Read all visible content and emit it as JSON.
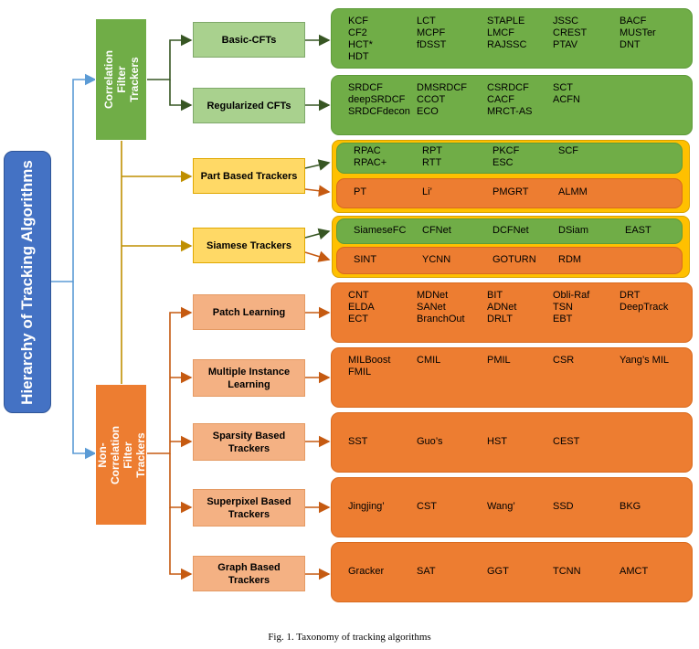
{
  "root": {
    "label": "Hierarchy of Tracking Algorithms"
  },
  "categories": {
    "cf": {
      "label": "Correlation Filter Trackers"
    },
    "ncf": {
      "label": "Non-Correlation Filter Trackers"
    }
  },
  "subcategories": {
    "basic": "Basic-CFTs",
    "regularized": "Regularized CFTs",
    "part": "Part Based Trackers",
    "siamese": "Siamese Trackers",
    "patch": "Patch Learning",
    "mil": "Multiple Instance Learning",
    "sparsity": "Sparsity Based Trackers",
    "superpixel": "Superpixel Based Trackers",
    "graph": "Graph Based Trackers"
  },
  "groups": {
    "basic": [
      [
        "KCF",
        "LCT",
        "STAPLE",
        "JSSC",
        "BACF"
      ],
      [
        "CF2",
        "MCPF",
        "LMCF",
        "CREST",
        "MUSTer"
      ],
      [
        "HCT*",
        "fDSST",
        "RAJSSC",
        "PTAV",
        "DNT"
      ],
      [
        "HDT"
      ]
    ],
    "regularized": [
      [
        "SRDCF",
        "DMSRDCF",
        "CSRDCF",
        "SCT"
      ],
      [
        "deepSRDCF",
        "CCOT",
        "CACF",
        "ACFN"
      ],
      [
        "SRDCFdecon",
        "ECO",
        "MRCT-AS"
      ]
    ],
    "part_cf": [
      [
        "RPAC",
        "RPT",
        "PKCF",
        "SCF"
      ],
      [
        "RPAC+",
        "RTT",
        "ESC"
      ]
    ],
    "part_ncf": [
      [
        "PT",
        "Li’",
        "PMGRT",
        "ALMM"
      ]
    ],
    "siamese_cf": [
      [
        "SiameseFC",
        "CFNet",
        "DCFNet",
        "DSiam",
        "EAST"
      ]
    ],
    "siamese_ncf": [
      [
        "SINT",
        "YCNN",
        "GOTURN",
        "RDM"
      ]
    ],
    "patch": [
      [
        "CNT",
        "MDNet",
        "BIT",
        "Obli-Raf",
        "DRT"
      ],
      [
        "ELDA",
        "SANet",
        "ADNet",
        "TSN",
        "DeepTrack"
      ],
      [
        "ECT",
        "BranchOut",
        "DRLT",
        "EBT"
      ]
    ],
    "mil": [
      [
        "MILBoost",
        "CMIL",
        "PMIL",
        "CSR",
        "Yang’s MIL"
      ],
      [
        "FMIL"
      ]
    ],
    "sparsity": [
      [
        "SST",
        "Guo’s",
        "HST",
        "CEST"
      ]
    ],
    "superpixel": [
      [
        "Jingjing’",
        "CST",
        "Wang’",
        "SSD",
        "BKG"
      ]
    ],
    "graph": [
      [
        "Gracker",
        "SAT",
        "GGT",
        "TCNN",
        "AMCT"
      ]
    ]
  },
  "caption": "Fig. 1.  Taxonomy of tracking algorithms",
  "colors": {
    "root": "#4472c4",
    "green": "#70ad47",
    "orange": "#ed7d31",
    "light_green": "#a9d18e",
    "light_orange": "#f4b183",
    "yellow": "#ffd966",
    "frame": "#ffc000",
    "line_blue": "#5b9bd5",
    "line_green": "#375623",
    "line_gold": "#bf8f00",
    "line_orange": "#c55a11"
  }
}
